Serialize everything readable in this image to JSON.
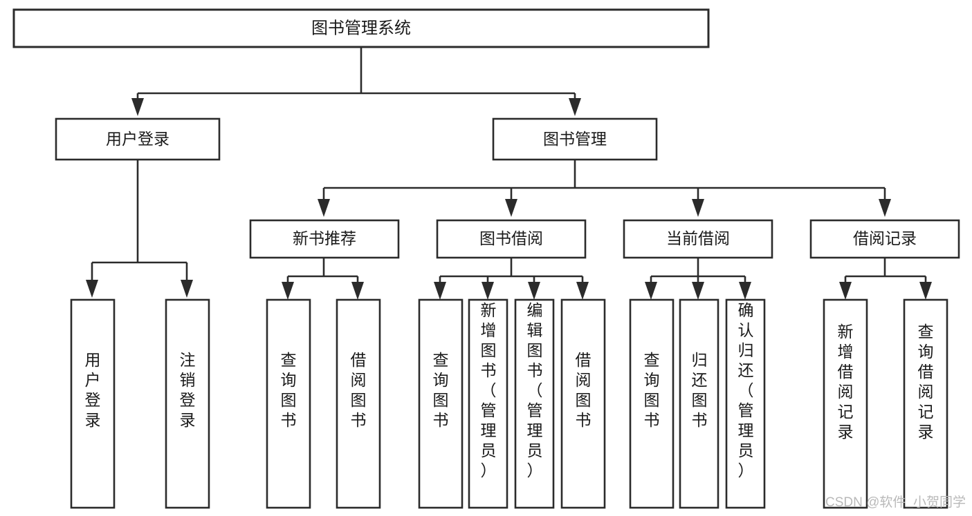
{
  "diagram": {
    "type": "tree-hierarchy",
    "title": "图书管理系统",
    "watermark": "CSDN @软件_小贺同学",
    "colors": {
      "stroke": "#2b2b2b",
      "fill": "#ffffff",
      "text": "#1a1a1a",
      "watermark": "#b9b9b9",
      "background": "#ffffff"
    },
    "root": {
      "label": "图书管理系统"
    },
    "level2": [
      {
        "id": "user-login",
        "label": "用户登录"
      },
      {
        "id": "book-management",
        "label": "图书管理"
      }
    ],
    "level3": [
      {
        "id": "new-book-recommend",
        "label": "新书推荐",
        "parent": "book-management"
      },
      {
        "id": "book-borrow",
        "label": "图书借阅",
        "parent": "book-management"
      },
      {
        "id": "current-borrow",
        "label": "当前借阅",
        "parent": "book-management"
      },
      {
        "id": "borrow-record",
        "label": "借阅记录",
        "parent": "book-management"
      }
    ],
    "leaves": [
      {
        "id": "leaf-user-login",
        "parent": "user-login",
        "label": "用户登录",
        "lines": [
          "用",
          "户",
          "登",
          "录"
        ]
      },
      {
        "id": "leaf-logout",
        "parent": "user-login",
        "label": "注销登录",
        "lines": [
          "注",
          "销",
          "登",
          "录"
        ]
      },
      {
        "id": "leaf-query-book-1",
        "parent": "new-book-recommend",
        "label": "查询图书",
        "lines": [
          "查",
          "询",
          "图",
          "书"
        ]
      },
      {
        "id": "leaf-borrow-book-1",
        "parent": "new-book-recommend",
        "label": "借阅图书",
        "lines": [
          "借",
          "阅",
          "图",
          "书"
        ]
      },
      {
        "id": "leaf-query-book-2",
        "parent": "book-borrow",
        "label": "查询图书",
        "lines": [
          "查",
          "询",
          "图",
          "书"
        ]
      },
      {
        "id": "leaf-add-book",
        "parent": "book-borrow",
        "label": "新增图书（管理员）",
        "lines": [
          "新",
          "增",
          "图",
          "书",
          "（",
          "管",
          "理",
          "员",
          "）"
        ]
      },
      {
        "id": "leaf-edit-book",
        "parent": "book-borrow",
        "label": "编辑图书（管理员）",
        "lines": [
          "编",
          "辑",
          "图",
          "书",
          "（",
          "管",
          "理",
          "员",
          "）"
        ]
      },
      {
        "id": "leaf-borrow-book-2",
        "parent": "book-borrow",
        "label": "借阅图书",
        "lines": [
          "借",
          "阅",
          "图",
          "书"
        ]
      },
      {
        "id": "leaf-query-book-3",
        "parent": "current-borrow",
        "label": "查询图书",
        "lines": [
          "查",
          "询",
          "图",
          "书"
        ]
      },
      {
        "id": "leaf-return-book",
        "parent": "current-borrow",
        "label": "归还图书",
        "lines": [
          "归",
          "还",
          "图",
          "书"
        ]
      },
      {
        "id": "leaf-confirm-return",
        "parent": "current-borrow",
        "label": "确认归还（管理员）",
        "lines": [
          "确",
          "认",
          "归",
          "还",
          "（",
          "管",
          "理",
          "员",
          "）"
        ]
      },
      {
        "id": "leaf-add-record",
        "parent": "borrow-record",
        "label": "新增借阅记录",
        "lines": [
          "新",
          "增",
          "借",
          "阅",
          "记",
          "录"
        ]
      },
      {
        "id": "leaf-query-record",
        "parent": "borrow-record",
        "label": "查询借阅记录",
        "lines": [
          "查",
          "询",
          "借",
          "阅",
          "记",
          "录"
        ]
      }
    ]
  }
}
